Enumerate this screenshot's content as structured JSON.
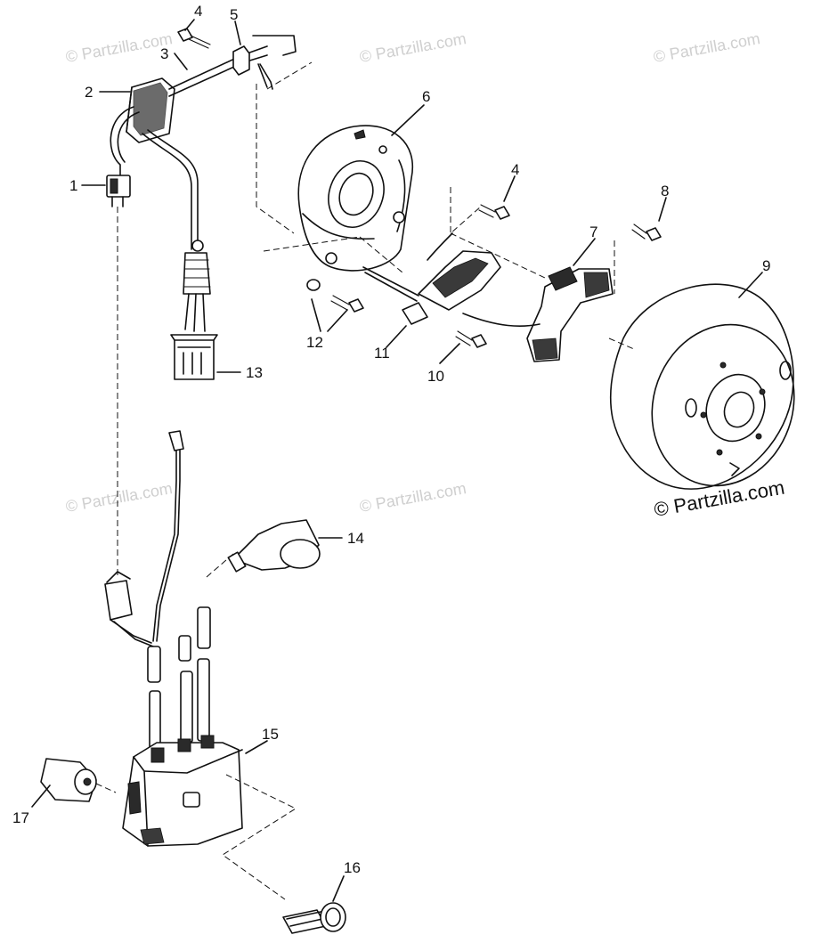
{
  "watermark": {
    "corner_text": "© Partzilla.com",
    "repeat_text": "© Partzilla.com"
  },
  "callouts": [
    {
      "id": "1",
      "label": "1"
    },
    {
      "id": "2",
      "label": "2"
    },
    {
      "id": "3",
      "label": "3"
    },
    {
      "id": "4a",
      "label": "4"
    },
    {
      "id": "4b",
      "label": "4"
    },
    {
      "id": "5",
      "label": "5"
    },
    {
      "id": "6",
      "label": "6"
    },
    {
      "id": "7",
      "label": "7"
    },
    {
      "id": "8",
      "label": "8"
    },
    {
      "id": "9",
      "label": "9"
    },
    {
      "id": "10",
      "label": "10"
    },
    {
      "id": "11",
      "label": "11"
    },
    {
      "id": "12",
      "label": "12"
    },
    {
      "id": "13",
      "label": "13"
    },
    {
      "id": "14",
      "label": "14"
    },
    {
      "id": "15",
      "label": "15"
    },
    {
      "id": "16",
      "label": "16"
    },
    {
      "id": "17",
      "label": "17"
    }
  ],
  "colors": {
    "ink": "#111111",
    "watermark": "#cfcfcf",
    "background": "#ffffff"
  }
}
